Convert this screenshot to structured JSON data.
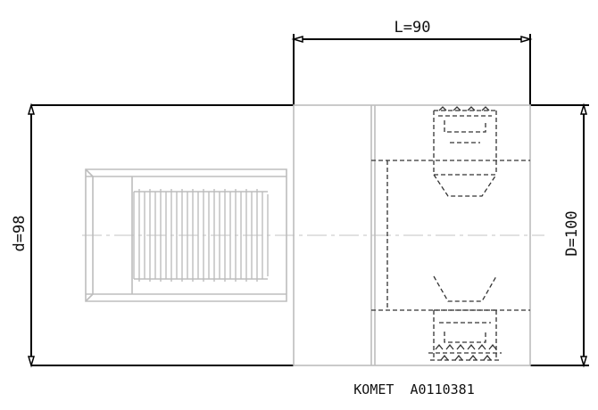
{
  "drawing": {
    "dim_length": "L=90",
    "dim_shank_diameter": "d=98",
    "dim_body_diameter": "D=100",
    "caption": "KOMET  A0110381"
  },
  "colors": {
    "outline": "#000000",
    "part_edge": "#bdbdbd",
    "hidden_line": "#333333",
    "center_line": "#cfcfcf",
    "background": "#ffffff"
  }
}
